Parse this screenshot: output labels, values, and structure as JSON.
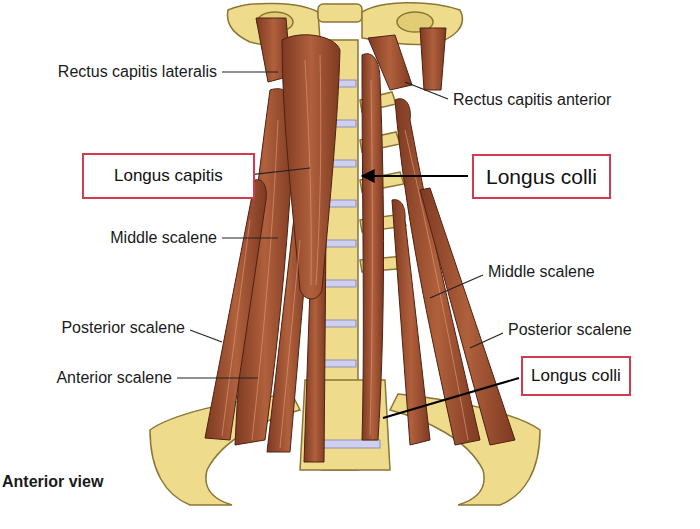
{
  "diagram": {
    "nodes": [
      {
        "text": [
          "Longus capitis"
        ]
      },
      {
        "text": [
          "Longus colli"
        ]
      },
      {
        "text": [
          "Longus colli"
        ]
      }
    ],
    "labels": [
      "Rectus capitis lateralis",
      "Rectus capitis anterior",
      "Middle scalene",
      "Middle scalene",
      "Posterior scalene",
      "Posterior scalene",
      "Anterior scalene",
      "Anterior view"
    ]
  }
}
